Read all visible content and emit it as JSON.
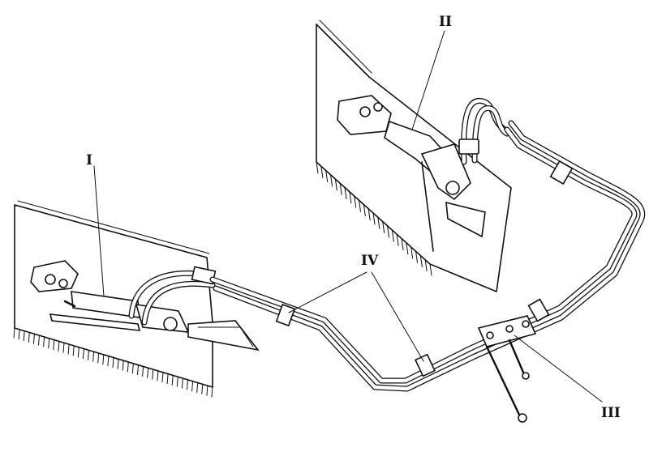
{
  "labels": {
    "I": "I",
    "II": "II",
    "III": "III",
    "IV": "IV"
  },
  "colors": {
    "ink": "#111111",
    "paper": "#ffffff"
  }
}
